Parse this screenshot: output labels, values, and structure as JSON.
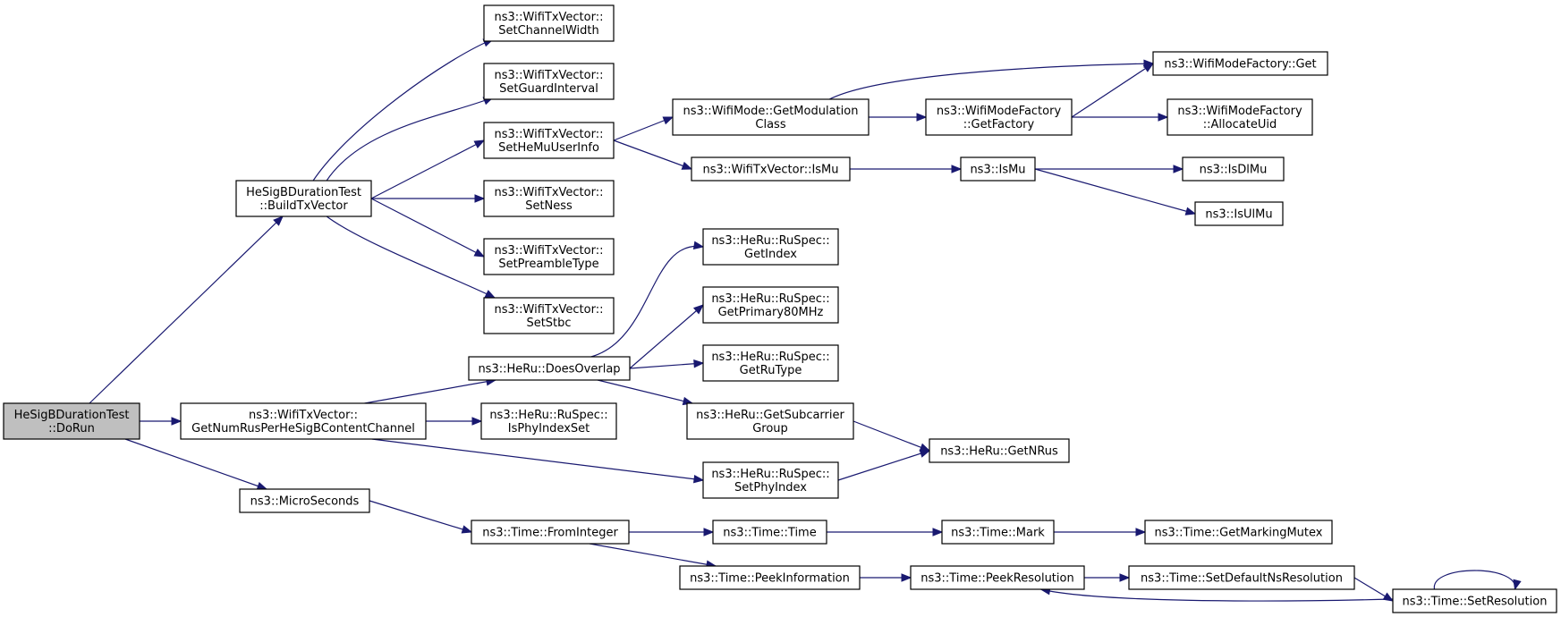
{
  "colors": {
    "edge": "#191970",
    "root_fill": "#bfbfbf",
    "node_fill": "#ffffff",
    "border": "#000000"
  },
  "nodes": [
    {
      "id": "dorun",
      "lines": [
        "HeSigBDurationTest",
        "::DoRun"
      ],
      "root": true
    },
    {
      "id": "buildtx",
      "lines": [
        "HeSigBDurationTest",
        "::BuildTxVector"
      ]
    },
    {
      "id": "getnumrus",
      "lines": [
        "ns3::WifiTxVector::",
        "GetNumRusPerHeSigBContentChannel"
      ]
    },
    {
      "id": "microsec",
      "lines": [
        "ns3::MicroSeconds"
      ]
    },
    {
      "id": "setchw",
      "lines": [
        "ns3::WifiTxVector::",
        "SetChannelWidth"
      ]
    },
    {
      "id": "setgi",
      "lines": [
        "ns3::WifiTxVector::",
        "SetGuardInterval"
      ]
    },
    {
      "id": "sethemu",
      "lines": [
        "ns3::WifiTxVector::",
        "SetHeMuUserInfo"
      ]
    },
    {
      "id": "setness",
      "lines": [
        "ns3::WifiTxVector::",
        "SetNess"
      ]
    },
    {
      "id": "setpre",
      "lines": [
        "ns3::WifiTxVector::",
        "SetPreambleType"
      ]
    },
    {
      "id": "setstbc",
      "lines": [
        "ns3::WifiTxVector::",
        "SetStbc"
      ]
    },
    {
      "id": "getmodcls",
      "lines": [
        "ns3::WifiMode::GetModulation",
        "Class"
      ]
    },
    {
      "id": "txismu",
      "lines": [
        "ns3::WifiTxVector::IsMu"
      ]
    },
    {
      "id": "getfactory",
      "lines": [
        "ns3::WifiModeFactory",
        "::GetFactory"
      ]
    },
    {
      "id": "wmfget",
      "lines": [
        "ns3::WifiModeFactory::Get"
      ]
    },
    {
      "id": "allocuid",
      "lines": [
        "ns3::WifiModeFactory",
        "::AllocateUid"
      ]
    },
    {
      "id": "ismu",
      "lines": [
        "ns3::IsMu"
      ]
    },
    {
      "id": "isdlmu",
      "lines": [
        "ns3::IsDlMu"
      ]
    },
    {
      "id": "isulmu",
      "lines": [
        "ns3::IsUlMu"
      ]
    },
    {
      "id": "doesoverlap",
      "lines": [
        "ns3::HeRu::DoesOverlap"
      ]
    },
    {
      "id": "isphyidx",
      "lines": [
        "ns3::HeRu::RuSpec::",
        "IsPhyIndexSet"
      ]
    },
    {
      "id": "getindex",
      "lines": [
        "ns3::HeRu::RuSpec::",
        "GetIndex"
      ]
    },
    {
      "id": "getp80",
      "lines": [
        "ns3::HeRu::RuSpec::",
        "GetPrimary80MHz"
      ]
    },
    {
      "id": "getrutype",
      "lines": [
        "ns3::HeRu::RuSpec::",
        "GetRuType"
      ]
    },
    {
      "id": "getsubgrp",
      "lines": [
        "ns3::HeRu::GetSubcarrier",
        "Group"
      ]
    },
    {
      "id": "setphyidx",
      "lines": [
        "ns3::HeRu::RuSpec::",
        "SetPhyIndex"
      ]
    },
    {
      "id": "getnrus",
      "lines": [
        "ns3::HeRu::GetNRus"
      ]
    },
    {
      "id": "frominteger",
      "lines": [
        "ns3::Time::FromInteger"
      ]
    },
    {
      "id": "timetime",
      "lines": [
        "ns3::Time::Time"
      ]
    },
    {
      "id": "peekinfo",
      "lines": [
        "ns3::Time::PeekInformation"
      ]
    },
    {
      "id": "timemark",
      "lines": [
        "ns3::Time::Mark"
      ]
    },
    {
      "id": "getmarkmutex",
      "lines": [
        "ns3::Time::GetMarkingMutex"
      ]
    },
    {
      "id": "peekres",
      "lines": [
        "ns3::Time::PeekResolution"
      ]
    },
    {
      "id": "setdefres",
      "lines": [
        "ns3::Time::SetDefaultNsResolution"
      ]
    },
    {
      "id": "setres",
      "lines": [
        "ns3::Time::SetResolution"
      ]
    }
  ],
  "edges": [
    {
      "from": "dorun",
      "to": "buildtx"
    },
    {
      "from": "dorun",
      "to": "getnumrus"
    },
    {
      "from": "dorun",
      "to": "microsec"
    },
    {
      "from": "buildtx",
      "to": "setchw"
    },
    {
      "from": "buildtx",
      "to": "setgi"
    },
    {
      "from": "buildtx",
      "to": "sethemu"
    },
    {
      "from": "buildtx",
      "to": "setness"
    },
    {
      "from": "buildtx",
      "to": "setpre"
    },
    {
      "from": "buildtx",
      "to": "setstbc"
    },
    {
      "from": "sethemu",
      "to": "getmodcls"
    },
    {
      "from": "sethemu",
      "to": "txismu"
    },
    {
      "from": "getmodcls",
      "to": "getfactory"
    },
    {
      "from": "getmodcls",
      "to": "wmfget"
    },
    {
      "from": "getfactory",
      "to": "wmfget"
    },
    {
      "from": "getfactory",
      "to": "allocuid"
    },
    {
      "from": "txismu",
      "to": "ismu"
    },
    {
      "from": "ismu",
      "to": "isdlmu"
    },
    {
      "from": "ismu",
      "to": "isulmu"
    },
    {
      "from": "getnumrus",
      "to": "doesoverlap"
    },
    {
      "from": "getnumrus",
      "to": "isphyidx"
    },
    {
      "from": "getnumrus",
      "to": "setphyidx"
    },
    {
      "from": "doesoverlap",
      "to": "getindex"
    },
    {
      "from": "doesoverlap",
      "to": "getp80"
    },
    {
      "from": "doesoverlap",
      "to": "getrutype"
    },
    {
      "from": "doesoverlap",
      "to": "getsubgrp"
    },
    {
      "from": "getsubgrp",
      "to": "getnrus"
    },
    {
      "from": "setphyidx",
      "to": "getnrus"
    },
    {
      "from": "microsec",
      "to": "frominteger"
    },
    {
      "from": "frominteger",
      "to": "timetime"
    },
    {
      "from": "frominteger",
      "to": "peekinfo"
    },
    {
      "from": "timetime",
      "to": "timemark"
    },
    {
      "from": "timemark",
      "to": "getmarkmutex"
    },
    {
      "from": "peekinfo",
      "to": "peekres"
    },
    {
      "from": "peekres",
      "to": "setdefres"
    },
    {
      "from": "setdefres",
      "to": "setres"
    },
    {
      "from": "setres",
      "to": "peekres"
    },
    {
      "from": "setres",
      "to": "setres"
    }
  ]
}
